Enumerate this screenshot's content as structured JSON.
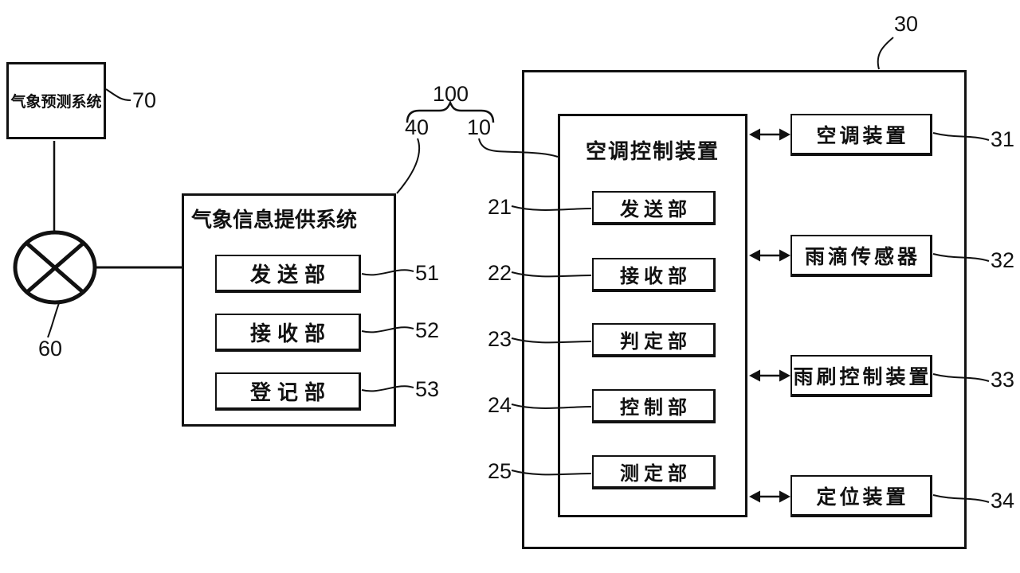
{
  "figure": {
    "system_ref": "100",
    "forecast": {
      "title": "气象预测系统",
      "ref": "70"
    },
    "network_ref": "60",
    "provider": {
      "title": "气象信息提供系统",
      "ref": "40",
      "units": [
        {
          "label": "发送部",
          "ref": "51"
        },
        {
          "label": "接收部",
          "ref": "52"
        },
        {
          "label": "登记部",
          "ref": "53"
        }
      ]
    },
    "vehicle_ref": "30",
    "controller": {
      "title": "空调控制装置",
      "ref": "10",
      "units": [
        {
          "label": "发送部",
          "ref": "21"
        },
        {
          "label": "接收部",
          "ref": "22"
        },
        {
          "label": "判定部",
          "ref": "23"
        },
        {
          "label": "控制部",
          "ref": "24"
        },
        {
          "label": "测定部",
          "ref": "25"
        }
      ]
    },
    "devices": [
      {
        "label": "空调装置",
        "ref": "31"
      },
      {
        "label": "雨滴传感器",
        "ref": "32"
      },
      {
        "label": "雨刷控制装置",
        "ref": "33"
      },
      {
        "label": "定位装置",
        "ref": "34"
      }
    ],
    "colors": {
      "line": "#111111",
      "background": "#ffffff"
    }
  }
}
